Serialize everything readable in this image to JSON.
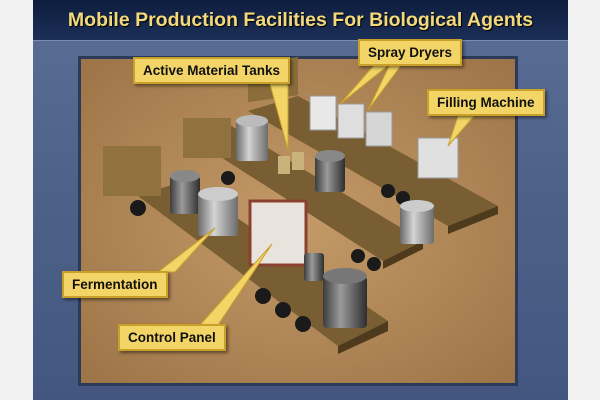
{
  "title": "Mobile Production Facilities For Biological Agents",
  "callouts": {
    "active_material_tanks": "Active Material Tanks",
    "spray_dryers": "Spray Dryers",
    "filling_machine": "Filling Machine",
    "fermentation": "Fermentation",
    "control_panel": "Control Panel"
  },
  "colors": {
    "title": "#f4d97a",
    "callout": "#f3d466",
    "ground": "#b48a5a"
  }
}
